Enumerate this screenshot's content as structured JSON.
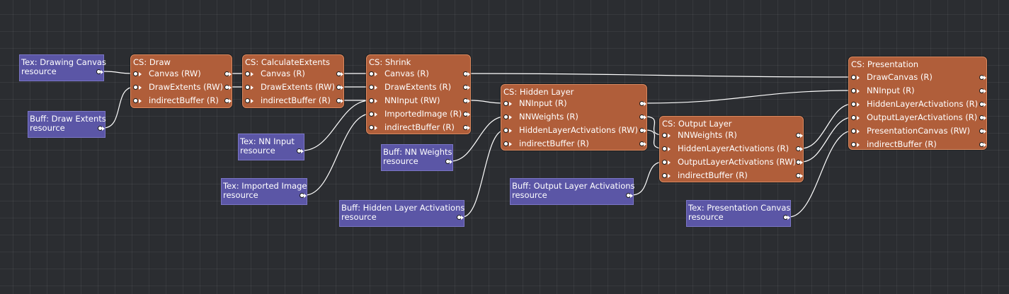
{
  "colors": {
    "background": "#2b2d31",
    "compute_node": "#b05e3a",
    "compute_node_border": "#d98a62",
    "resource_node": "#5b56a6",
    "resource_node_border": "#7b76c6",
    "wire": "#ffffff"
  },
  "nodes": [
    {
      "id": "res_drawing_canvas",
      "kind": "resource",
      "title": "Tex: Drawing Canvas",
      "slots": [
        {
          "label": "resource",
          "in": false,
          "out": true
        }
      ]
    },
    {
      "id": "res_draw_extents",
      "kind": "resource",
      "title": "Buff: Draw Extents",
      "slots": [
        {
          "label": "resource",
          "in": false,
          "out": true
        }
      ]
    },
    {
      "id": "cs_draw",
      "kind": "compute",
      "title": "CS: Draw",
      "slots": [
        {
          "label": "Canvas (RW)",
          "in": true,
          "out": true
        },
        {
          "label": "DrawExtents (RW)",
          "in": true,
          "out": true
        },
        {
          "label": "indirectBuffer (R)",
          "in": true,
          "out": true
        }
      ]
    },
    {
      "id": "cs_calc",
      "kind": "compute",
      "title": "CS: CalculateExtents",
      "slots": [
        {
          "label": "Canvas (R)",
          "in": true,
          "out": true
        },
        {
          "label": "DrawExtents (RW)",
          "in": true,
          "out": true
        },
        {
          "label": "indirectBuffer (R)",
          "in": true,
          "out": true
        }
      ]
    },
    {
      "id": "cs_shrink",
      "kind": "compute",
      "title": "CS: Shrink",
      "slots": [
        {
          "label": "Canvas (R)",
          "in": true,
          "out": true
        },
        {
          "label": "DrawExtents (R)",
          "in": true,
          "out": true
        },
        {
          "label": "NNInput (RW)",
          "in": true,
          "out": true
        },
        {
          "label": "ImportedImage (R)",
          "in": true,
          "out": true
        },
        {
          "label": "indirectBuffer (R)",
          "in": true,
          "out": true
        }
      ]
    },
    {
      "id": "res_nn_input",
      "kind": "resource",
      "title": "Tex: NN Input",
      "slots": [
        {
          "label": "resource",
          "in": false,
          "out": true
        }
      ]
    },
    {
      "id": "res_imported_image",
      "kind": "resource",
      "title": "Tex: Imported Image",
      "slots": [
        {
          "label": "resource",
          "in": false,
          "out": true
        }
      ]
    },
    {
      "id": "cs_hidden",
      "kind": "compute",
      "title": "CS: Hidden Layer",
      "slots": [
        {
          "label": "NNInput (R)",
          "in": true,
          "out": true
        },
        {
          "label": "NNWeights (R)",
          "in": true,
          "out": true
        },
        {
          "label": "HiddenLayerActivations (RW)",
          "in": true,
          "out": true
        },
        {
          "label": "indirectBuffer (R)",
          "in": true,
          "out": true
        }
      ]
    },
    {
      "id": "res_nn_weights",
      "kind": "resource",
      "title": "Buff: NN Weights",
      "slots": [
        {
          "label": "resource",
          "in": false,
          "out": true
        }
      ]
    },
    {
      "id": "res_hidden_act",
      "kind": "resource",
      "title": "Buff: Hidden Layer Activations",
      "slots": [
        {
          "label": "resource",
          "in": false,
          "out": true
        }
      ]
    },
    {
      "id": "cs_output",
      "kind": "compute",
      "title": "CS: Output Layer",
      "slots": [
        {
          "label": "NNWeights (R)",
          "in": true,
          "out": true
        },
        {
          "label": "HiddenLayerActivations (R)",
          "in": true,
          "out": true
        },
        {
          "label": "OutputLayerActivations (RW)",
          "in": true,
          "out": true
        },
        {
          "label": "indirectBuffer (R)",
          "in": true,
          "out": true
        }
      ]
    },
    {
      "id": "res_output_act",
      "kind": "resource",
      "title": "Buff: Output Layer Activations",
      "slots": [
        {
          "label": "resource",
          "in": false,
          "out": true
        }
      ]
    },
    {
      "id": "res_presentation_canvas",
      "kind": "resource",
      "title": "Tex: Presentation Canvas",
      "slots": [
        {
          "label": "resource",
          "in": false,
          "out": true
        }
      ]
    },
    {
      "id": "cs_presentation",
      "kind": "compute",
      "title": "CS: Presentation",
      "slots": [
        {
          "label": "DrawCanvas (R)",
          "in": true,
          "out": true
        },
        {
          "label": "NNInput (R)",
          "in": true,
          "out": true
        },
        {
          "label": "HiddenLayerActivations (R)",
          "in": true,
          "out": true
        },
        {
          "label": "OutputLayerActivations (R)",
          "in": true,
          "out": true
        },
        {
          "label": "PresentationCanvas (RW)",
          "in": true,
          "out": true
        },
        {
          "label": "indirectBuffer (R)",
          "in": true,
          "out": true
        }
      ]
    }
  ],
  "connections": [
    {
      "from": "res_drawing_canvas",
      "from_slot": 0,
      "to": "cs_draw",
      "to_slot": 0
    },
    {
      "from": "res_draw_extents",
      "from_slot": 0,
      "to": "cs_draw",
      "to_slot": 1
    },
    {
      "from": "cs_draw",
      "from_slot": 0,
      "to": "cs_calc",
      "to_slot": 0
    },
    {
      "from": "cs_draw",
      "from_slot": 1,
      "to": "cs_calc",
      "to_slot": 1
    },
    {
      "from": "cs_calc",
      "from_slot": 0,
      "to": "cs_shrink",
      "to_slot": 0
    },
    {
      "from": "cs_calc",
      "from_slot": 1,
      "to": "cs_shrink",
      "to_slot": 1
    },
    {
      "from": "cs_calc",
      "from_slot": 2,
      "to": "cs_shrink",
      "to_slot": 2
    },
    {
      "from": "res_nn_input",
      "from_slot": 0,
      "to": "cs_shrink",
      "to_slot": 2
    },
    {
      "from": "res_imported_image",
      "from_slot": 0,
      "to": "cs_shrink",
      "to_slot": 3
    },
    {
      "from": "cs_shrink",
      "from_slot": 0,
      "to": "cs_presentation",
      "to_slot": 0
    },
    {
      "from": "cs_shrink",
      "from_slot": 2,
      "to": "cs_hidden",
      "to_slot": 0
    },
    {
      "from": "res_nn_weights",
      "from_slot": 0,
      "to": "cs_hidden",
      "to_slot": 1
    },
    {
      "from": "res_hidden_act",
      "from_slot": 0,
      "to": "cs_hidden",
      "to_slot": 2
    },
    {
      "from": "cs_hidden",
      "from_slot": 0,
      "to": "cs_presentation",
      "to_slot": 1
    },
    {
      "from": "cs_hidden",
      "from_slot": 1,
      "to": "cs_output",
      "to_slot": 0
    },
    {
      "from": "cs_hidden",
      "from_slot": 2,
      "to": "cs_output",
      "to_slot": 1
    },
    {
      "from": "res_output_act",
      "from_slot": 0,
      "to": "cs_output",
      "to_slot": 2
    },
    {
      "from": "cs_output",
      "from_slot": 1,
      "to": "cs_presentation",
      "to_slot": 2
    },
    {
      "from": "cs_output",
      "from_slot": 2,
      "to": "cs_presentation",
      "to_slot": 3
    },
    {
      "from": "res_presentation_canvas",
      "from_slot": 0,
      "to": "cs_presentation",
      "to_slot": 4
    }
  ]
}
